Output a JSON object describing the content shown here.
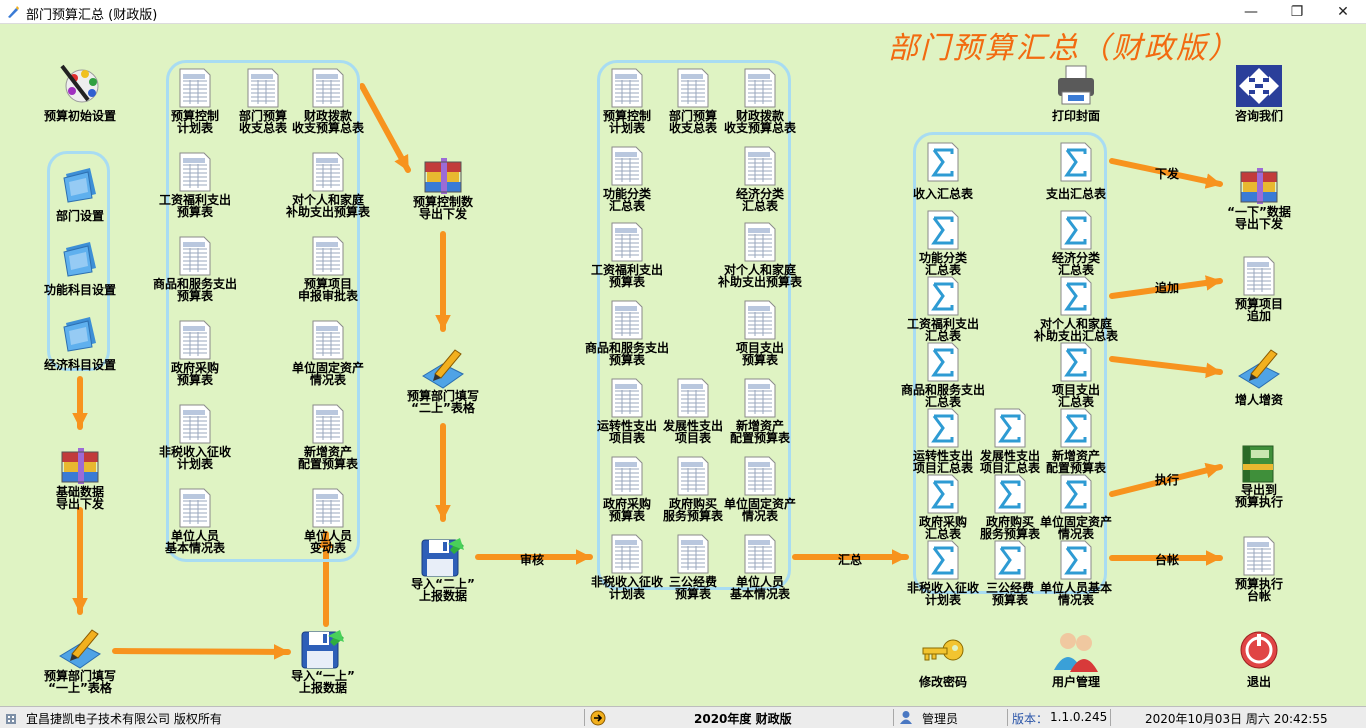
{
  "window": {
    "title": "部门预算汇总 (财政版)",
    "minimize": "—",
    "maximize": "❐",
    "close": "✕"
  },
  "banner": "部门预算汇总（财政版）",
  "colors": {
    "background": "#dff3c3",
    "arrow": "#f7931e",
    "panel_border": "#a8dcf2",
    "title": "#f26a10"
  },
  "left": {
    "initial_setup": "预算初始设置",
    "dept_setup": "部门设置",
    "function_subject": "功能科目设置",
    "economic_subject": "经济科目设置",
    "base_export": "基础数据\n导出下发",
    "dept_fill_first_up": "预算部门填写\n“一上”表格",
    "import_first_up": "导入“一上”\n上报数据"
  },
  "panel_a": {
    "control_plan": "预算控制\n计划表",
    "dept_budget": "部门预算\n收支总表",
    "fiscal_budget": "财政拨款\n收支预算总表",
    "salary": "工资福利支出\n预算表",
    "personal_family": "对个人和家庭\n补助支出预算表",
    "goods_services": "商品和服务支出\n预算表",
    "project_review": "预算项目\n申报审批表",
    "gov_purchase": "政府采购\n预算表",
    "fixed_assets": "单位固定资产\n情况表",
    "nontax": "非税收入征收\n计划表",
    "new_assets": "新增资产\n配置预算表",
    "staff_basic": "单位人员\n基本情况表",
    "staff_change": "单位人员\n变动表"
  },
  "middle": {
    "control_export": "预算控制数\n导出下发",
    "dept_fill_second_up": "预算部门填写\n“二上”表格",
    "import_second_up": "导入“二上”\n上报数据"
  },
  "panel_b": {
    "control_plan": "预算控制\n计划表",
    "dept_budget": "部门预算\n收支总表",
    "fiscal_budget": "财政拨款\n收支预算总表",
    "function_class": "功能分类\n汇总表",
    "economic_class": "经济分类\n汇总表",
    "salary": "工资福利支出\n预算表",
    "personal_family": "对个人和家庭\n补助支出预算表",
    "goods_services": "商品和服务支出\n预算表",
    "project_expense": "项目支出\n预算表",
    "operating_project": "运转性支出\n项目表",
    "development_project": "发展性支出\n项目表",
    "new_assets": "新增资产\n配置预算表",
    "gov_purchase": "政府采购\n预算表",
    "gov_service": "政府购买\n服务预算表",
    "fixed_assets": "单位固定资产\n情况表",
    "nontax": "非税收入征收\n计划表",
    "three_public": "三公经费\n预算表",
    "staff_basic": "单位人员\n基本情况表"
  },
  "panel_c": {
    "income_summary": "收入汇总表",
    "expense_summary": "支出汇总表",
    "function_class": "功能分类\n汇总表",
    "economic_class": "经济分类\n汇总表",
    "salary": "工资福利支出\n汇总表",
    "personal_family": "对个人和家庭\n补助支出汇总表",
    "goods_services": "商品和服务支出\n汇总表",
    "project_expense": "项目支出\n汇总表",
    "operating_project": "运转性支出\n项目汇总表",
    "development_project": "发展性支出\n项目汇总表",
    "new_assets": "新增资产\n配置预算表",
    "gov_purchase": "政府采购\n汇总表",
    "gov_service": "政府购买\n服务预算表",
    "fixed_assets": "单位固定资产\n情况表",
    "nontax": "非税收入征收\n计划表",
    "three_public": "三公经费\n预算表",
    "staff_basic": "单位人员基本\n情况表"
  },
  "right": {
    "print_cover": "打印封面",
    "consult": "咨询我们",
    "first_down_export": "“一下”数据\n导出下发",
    "project_append": "预算项目\n追加",
    "add_reduce": "增人增资",
    "export_execution": "导出到\n预算执行",
    "execution_ledger": "预算执行\n台帐",
    "change_password": "修改密码",
    "user_manage": "用户管理",
    "exit": "退出"
  },
  "edges": {
    "review": "审核",
    "summarize": "汇总",
    "issue": "下发",
    "append": "追加",
    "execute": "执行",
    "ledger": "台帐"
  },
  "status": {
    "company": "宜昌捷凯电子技术有限公司 版权所有",
    "year_edition": "2020年度  财政版",
    "user": "管理员",
    "version_label": "版本：",
    "version": "1.1.0.245",
    "datetime": "2020年10月03日 周六 20:42:55"
  }
}
